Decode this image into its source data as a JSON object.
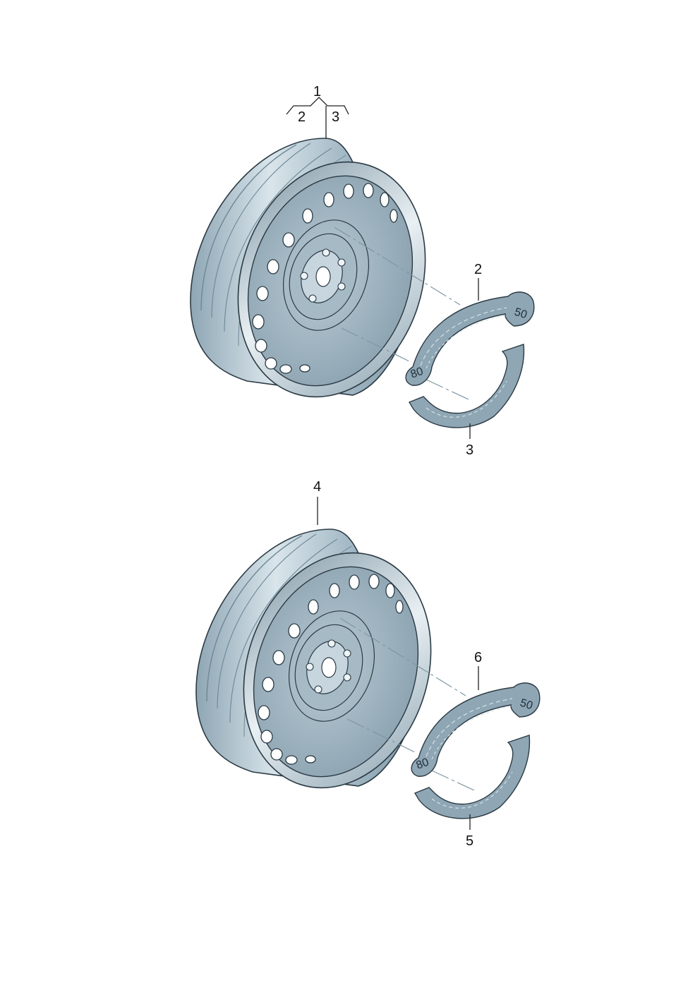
{
  "colors": {
    "steel": "#b7cad5",
    "steel_dark": "#7f98a7",
    "steel_light": "#e6eef2",
    "ring": "#8fa6b4",
    "outline": "#2b3a44"
  },
  "group_top": {
    "callouts": {
      "main": "1",
      "sub_left": "2",
      "sub_right": "3",
      "clip_a": "2",
      "clip_b": "3"
    },
    "clip_a_values": {
      "big": "50",
      "small": "80"
    }
  },
  "group_bottom": {
    "callouts": {
      "main": "4",
      "clip_a": "6",
      "clip_b": "5"
    },
    "clip_a_values": {
      "big": "50",
      "small": "80"
    }
  }
}
